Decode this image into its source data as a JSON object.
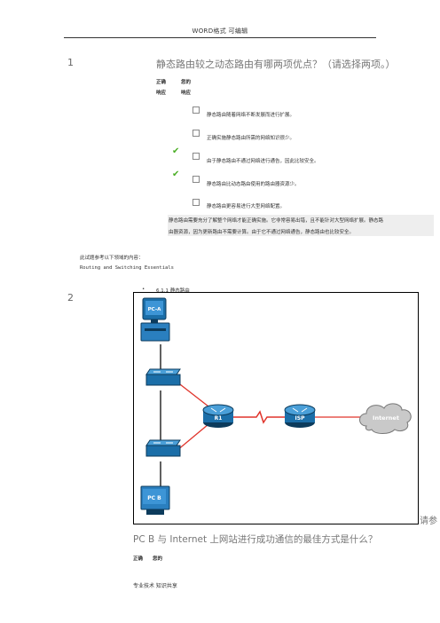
{
  "header": {
    "title": "WORD格式   可编辑"
  },
  "q1": {
    "number": "1",
    "text": "静态路由较之动态路由有哪两项优点？（请选择两项。）",
    "col_correct": [
      "正确",
      "响应"
    ],
    "col_yours": [
      "您的",
      "响应"
    ],
    "options": [
      {
        "label": "静态路由随着网络不断发展而进行扩展。",
        "correct": false
      },
      {
        "label": "正确实施静态路由所需的网络知识很少。",
        "correct": false
      },
      {
        "label": "由于静态路由不通过网络进行通告，因此比较安全。",
        "correct": true
      },
      {
        "label": "静态路由比动态路由使用的路由器资源少。",
        "correct": true
      },
      {
        "label": "静态路由更容易进行大型网络配置。",
        "correct": false
      }
    ],
    "explanation": [
      "静态路由需要充分了解整个网络才能正确实施。它非常容易出错，且不能针对大型网络扩展。静态路",
      "由器资源，因为更新路由不需要计算。由于它不通过网络通告，静态路由也比较安全。"
    ],
    "reference_intro": "此试题参考以下领域的内容：",
    "reference_course": "Routing and Switching Essentials",
    "reference_item": "6.1.1 静态路由"
  },
  "q2": {
    "number": "2",
    "side_text": "请参",
    "text": "PC B 与 Internet 上网站进行成功通信的最佳方式是什么？",
    "col_correct": "正确",
    "col_yours": "您的"
  },
  "diagram": {
    "pc_a": "PC-A",
    "pc_b": "PC B",
    "r1": "R1",
    "isp": "ISP",
    "internet": "Internet"
  },
  "footer": {
    "text": "专业技术   知识共享"
  }
}
